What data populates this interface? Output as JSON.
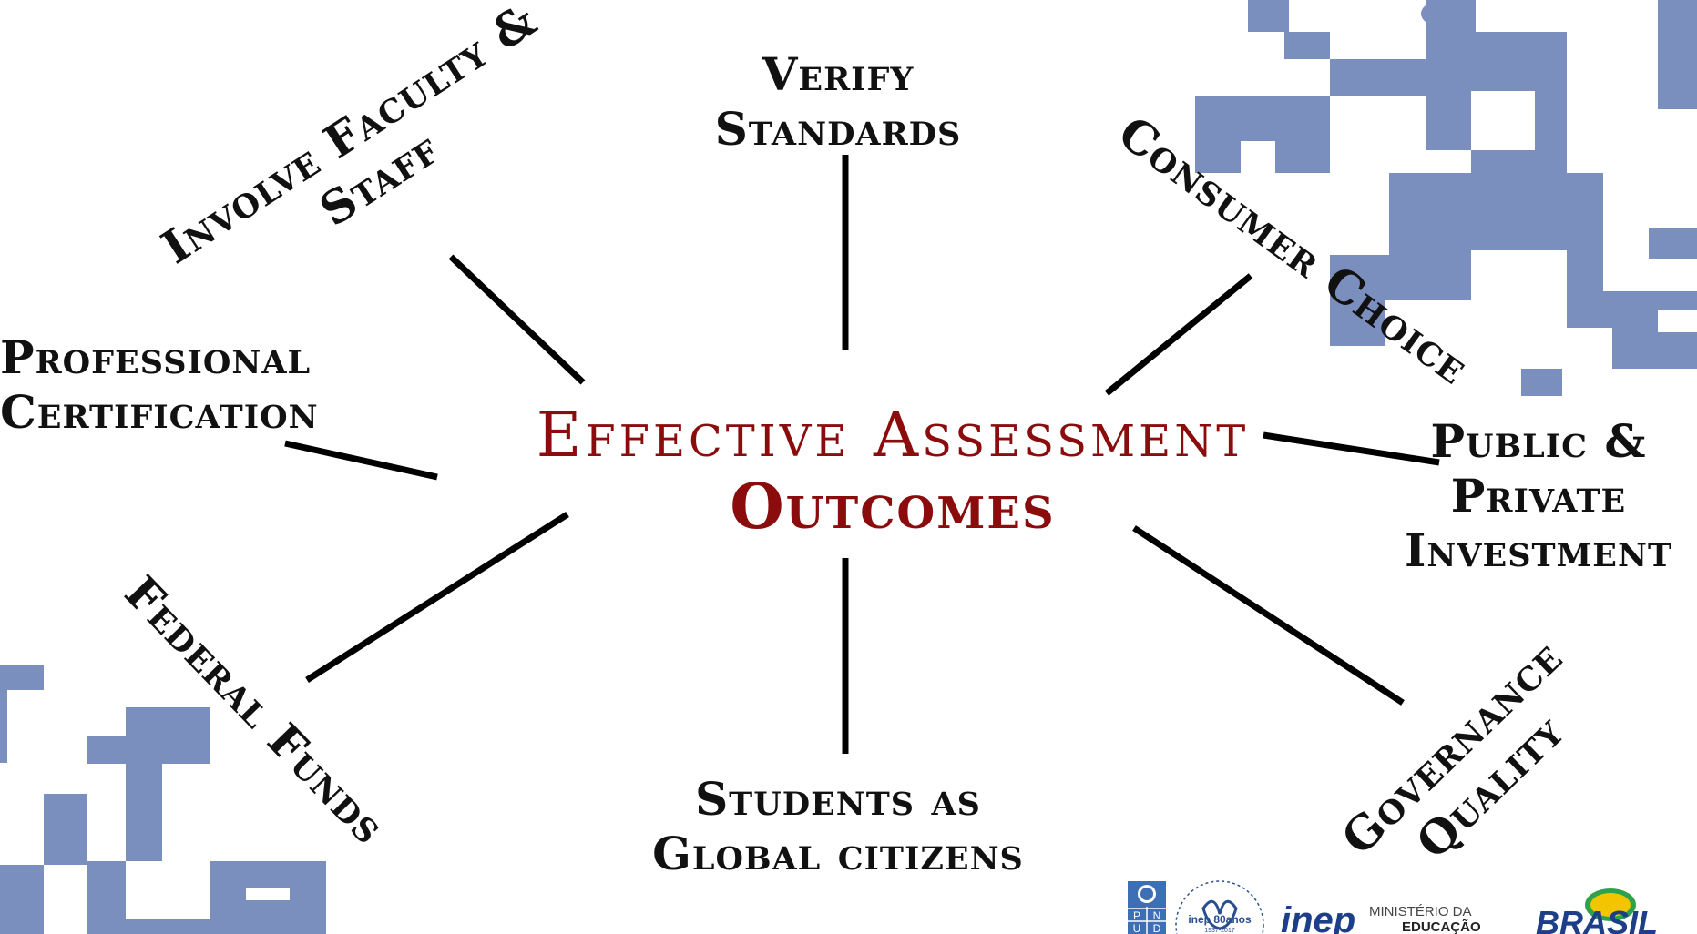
{
  "center": {
    "line1": "Effective Assessment",
    "line2": "Outcomes",
    "color": "#8a0c0c"
  },
  "nodes": [
    {
      "id": "verify-standards",
      "lines": [
        "Verify",
        "Standards"
      ]
    },
    {
      "id": "involve-faculty",
      "lines": [
        "Involve Faculty &",
        "Staff"
      ]
    },
    {
      "id": "consumer-choice",
      "lines": [
        "Consumer Choice"
      ]
    },
    {
      "id": "professional-certification",
      "lines": [
        "Professional",
        "Certification"
      ]
    },
    {
      "id": "public-private-investment",
      "lines": [
        "Public &",
        "Private",
        "Investment"
      ]
    },
    {
      "id": "federal-funds",
      "lines": [
        "Federal Funds"
      ]
    },
    {
      "id": "governance-quality",
      "lines": [
        "Governance",
        "Quality"
      ]
    },
    {
      "id": "students-global",
      "lines": [
        "Students as",
        "Global citizens"
      ]
    }
  ],
  "logos": {
    "pnud": [
      "P",
      "N",
      "U",
      "D"
    ],
    "inep80": "inep 80anos",
    "inep80_years": "1937-2017",
    "inep": "inep",
    "ministerio_line1": "MINISTÉRIO DA",
    "ministerio_line2": "EDUCAÇÃO",
    "brasil": "BRASIL"
  },
  "colors": {
    "pattern": "#7b8fbf",
    "connector": "#000000",
    "text": "#111111"
  }
}
